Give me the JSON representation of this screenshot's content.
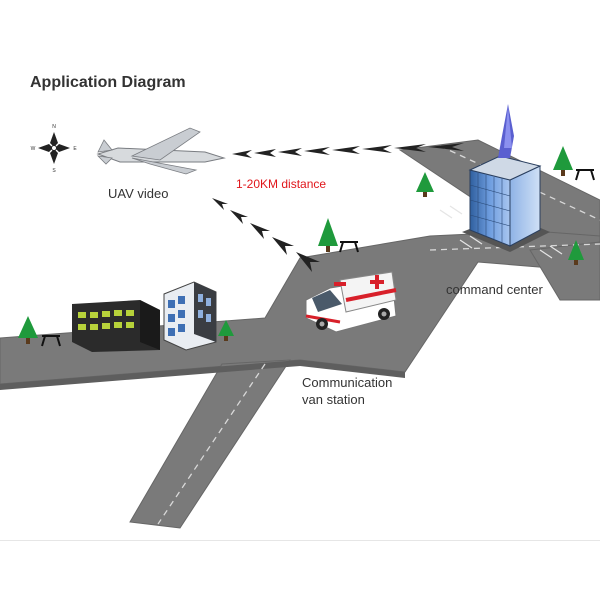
{
  "diagram": {
    "title": "Application Diagram",
    "nodes": {
      "uav": "UAV video",
      "command_center": "command center",
      "van_line1": "Communication",
      "van_line2": "van station"
    },
    "links": {
      "distance": "1-20KM distance"
    },
    "compass": {
      "n": "N",
      "s": "S",
      "e": "E",
      "w": "W"
    },
    "colors": {
      "road": "#7a7a7a",
      "road_edge": "#5e5e5e",
      "tree": "#1f9a3c",
      "distance_text": "#e0161b",
      "signal": "#222222",
      "building_glass": "#4f83c9",
      "ambulance_red": "#d8202a"
    }
  }
}
